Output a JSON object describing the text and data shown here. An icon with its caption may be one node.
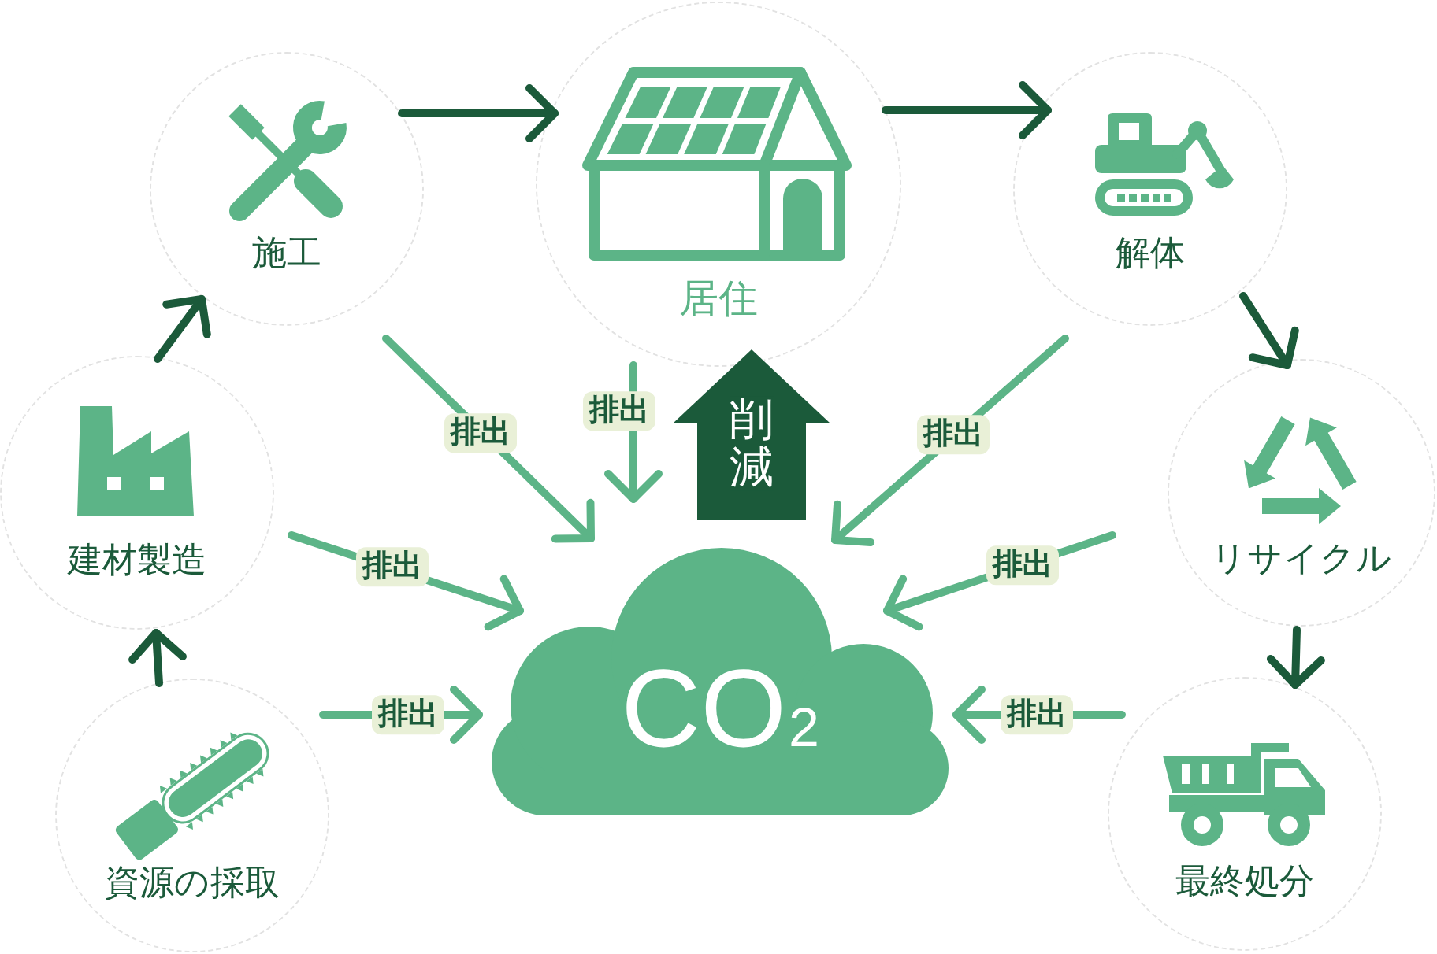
{
  "diagram": {
    "nodes": [
      {
        "text": [
          "施工"
        ]
      },
      {
        "text": [
          "居住"
        ]
      },
      {
        "text": [
          "解体"
        ]
      },
      {
        "text": [
          "建材製造"
        ]
      },
      {
        "text": [
          "リサイクル"
        ]
      },
      {
        "text": [
          "CO$_{2}$"
        ]
      },
      {
        "text": [
          "資源の採取"
        ]
      },
      {
        "text": [
          "最終処分"
        ]
      }
    ],
    "edges": [
      {
        "from": 0,
        "to": 1,
        "arrow": "to",
        "color": "#1b5a3a"
      },
      {
        "from": 1,
        "to": 2,
        "arrow": "to",
        "color": "#1b5a3a"
      },
      {
        "from": 3,
        "to": 0,
        "arrow": "to",
        "color": "#1b5a3a"
      },
      {
        "from": 2,
        "to": 4,
        "arrow": "to",
        "color": "#1b5a3a"
      },
      {
        "from": 0,
        "to": 5,
        "arrow": "to",
        "label": "排出"
      },
      {
        "from": 1,
        "to": 5,
        "arrow": "to",
        "label": "排出"
      },
      {
        "from": 5,
        "to": 1,
        "arrow": "to",
        "label": "削減",
        "style": "thick",
        "color": "#1b5a3a"
      },
      {
        "from": 2,
        "to": 5,
        "arrow": "to",
        "label": "排出"
      },
      {
        "from": 3,
        "to": 5,
        "arrow": "to",
        "label": "排出"
      },
      {
        "from": 4,
        "to": 5,
        "arrow": "to",
        "label": "排出"
      },
      {
        "from": 6,
        "to": 3,
        "arrow": "to",
        "color": "#1b5a3a"
      },
      {
        "from": 4,
        "to": 7,
        "arrow": "to",
        "color": "#1b5a3a"
      },
      {
        "from": 6,
        "to": 5,
        "arrow": "to",
        "label": "排出"
      },
      {
        "from": 7,
        "to": 5,
        "arrow": "to",
        "label": "排出"
      }
    ]
  }
}
